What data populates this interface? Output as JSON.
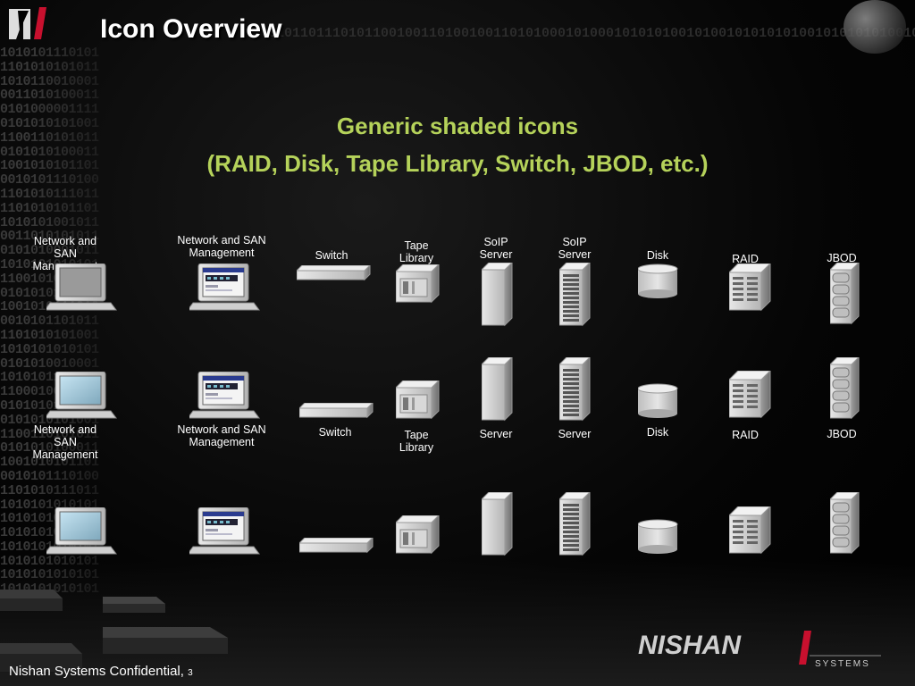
{
  "header": {
    "title": "Icon Overview"
  },
  "subtitle": {
    "line1": "Generic shaded icons",
    "line2": "(RAID, Disk, Tape Library, Switch, JBOD, etc.)"
  },
  "row1_labels": {
    "nsm1": "Network and SAN\nManagement",
    "nsm2": "Network and SAN\nManagement",
    "switch": "Switch",
    "tape": "Tape\nLibrary",
    "soip1": "SoIP\nServer",
    "soip2": "SoIP\nServer",
    "disk": "Disk",
    "raid": "RAID",
    "jbod": "JBOD"
  },
  "row2_labels": {
    "nsm1": "Network and SAN\nManagement",
    "nsm2": "Network and SAN\nManagement",
    "switch": "Switch",
    "tape": "Tape\nLibrary",
    "server1": "Server",
    "server2": "Server",
    "disk": "Disk",
    "raid": "RAID",
    "jbod": "JBOD"
  },
  "footer": {
    "text": "Nishan Systems Confidential,",
    "page": "3"
  },
  "brand": {
    "name": "NISHAN",
    "tagline": "SYSTEMS"
  },
  "colors": {
    "accent": "#b5d25a",
    "text": "#ffffff"
  }
}
